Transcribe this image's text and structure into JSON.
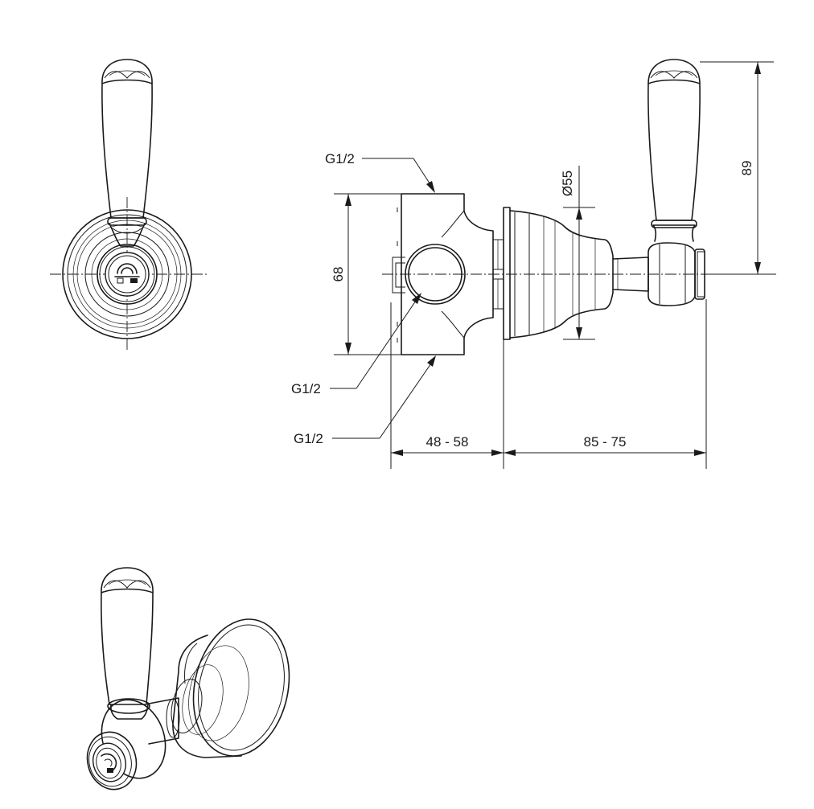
{
  "labels": {
    "inlet_top": "G1/2",
    "inlet_mid": "G1/2",
    "inlet_bottom": "G1/2",
    "diameter": "Ø55",
    "height_total": "89",
    "body_height": "68",
    "depth_body": "48 - 58",
    "depth_front": "85 - 75"
  },
  "colors": {
    "line": "#1a1a1a",
    "background": "#ffffff"
  }
}
